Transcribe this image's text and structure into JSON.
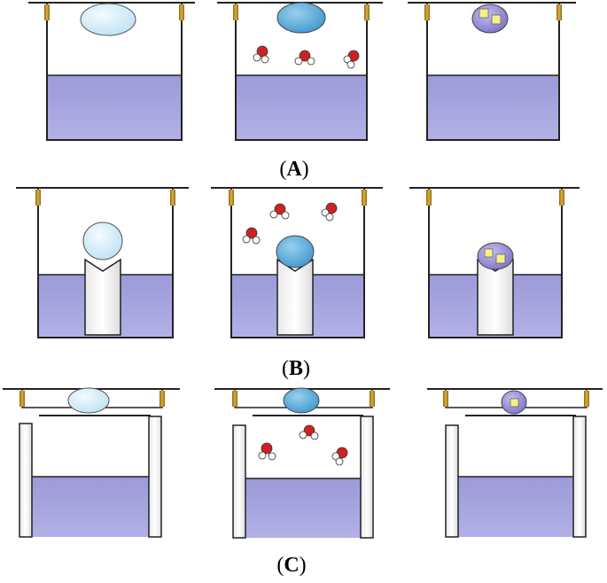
{
  "figure": {
    "rows": [
      {
        "label_open": "(",
        "label_letter": "A",
        "label_close": ")",
        "type": "beaker-droplet"
      },
      {
        "label_open": "(",
        "label_letter": "B",
        "label_close": ")",
        "type": "pillar-droplet"
      },
      {
        "label_open": "(",
        "label_letter": "C",
        "label_close": ")",
        "type": "sandwich-droplet"
      }
    ],
    "stages": [
      "initial-droplet",
      "hydrated-droplet",
      "crystallized-droplet"
    ],
    "colors": {
      "reservoir": "#aaaadd",
      "droplet_initial": "#d8f0f8",
      "droplet_hydrated": "#6ab4dc",
      "droplet_crystal": "#9a8fd6",
      "crystal": "#f4f08a",
      "oxygen": "#cc2222",
      "hydrogen": "#ffffff",
      "clip": "#b8860b"
    }
  }
}
